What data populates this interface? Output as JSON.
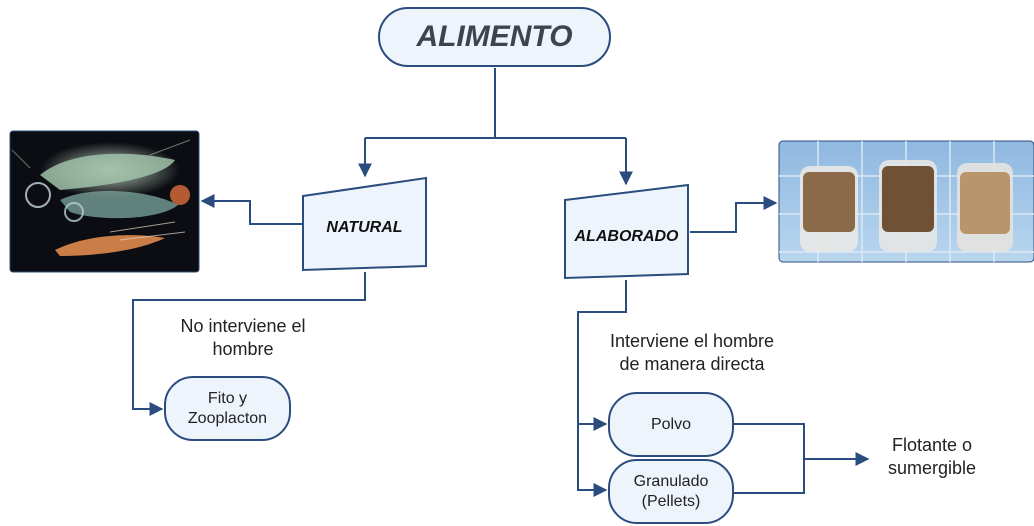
{
  "title": "ALIMENTO",
  "categories": {
    "natural": "NATURAL",
    "alaborado": "ALABORADO"
  },
  "notes": {
    "natural_note": "No interviene el\nhombre",
    "alaborado_note": "Interviene el hombre\nde manera directa",
    "result": "Flotante o\nsumergible"
  },
  "leaves": {
    "fito": "Fito y\nZooplacton",
    "polvo": "Polvo",
    "granulado": "Granulado\n(Pellets)"
  },
  "colors": {
    "stroke": "#2b4c7e",
    "fill": "#eef4fc",
    "photo_plankton_bg": "#0b0d12",
    "photo_pellets_bg": "#9cc3e6"
  },
  "images": {
    "plankton_photo": "plankton-photo",
    "pellets_photo": "pellets-photo"
  }
}
